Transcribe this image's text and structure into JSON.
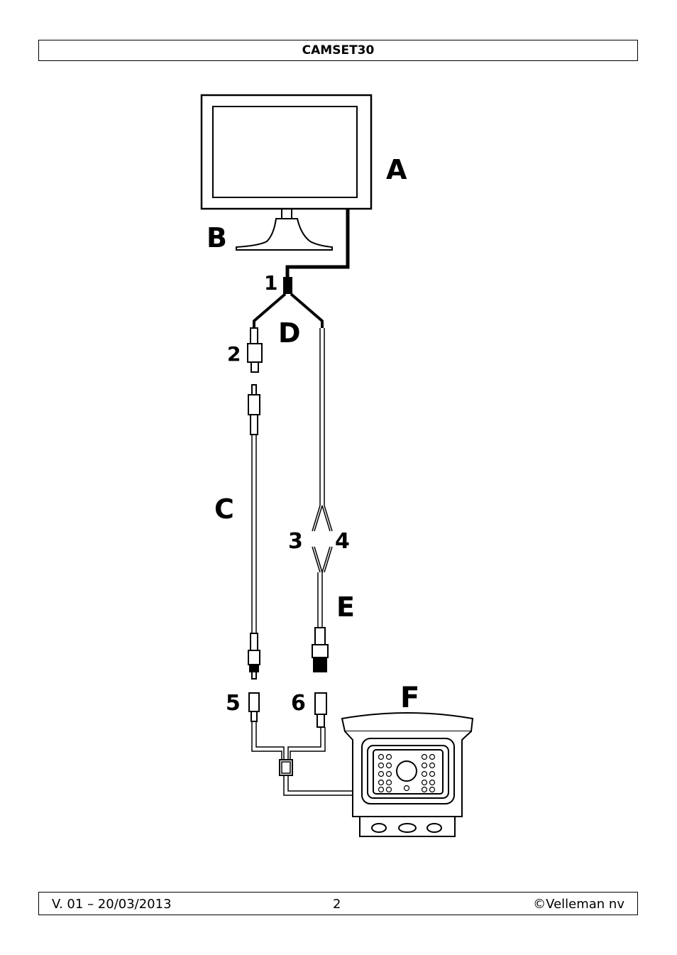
{
  "header": {
    "title": "CAMSET30"
  },
  "footer": {
    "version": "V. 01 – 20/03/2013",
    "page": "2",
    "copyright": "©Velleman nv"
  },
  "diagram": {
    "labels": {
      "A": "A",
      "B": "B",
      "C": "C",
      "D": "D",
      "E": "E",
      "F": "F",
      "n1": "1",
      "n2": "2",
      "n3": "3",
      "n4": "4",
      "n5": "5",
      "n6": "6"
    }
  }
}
